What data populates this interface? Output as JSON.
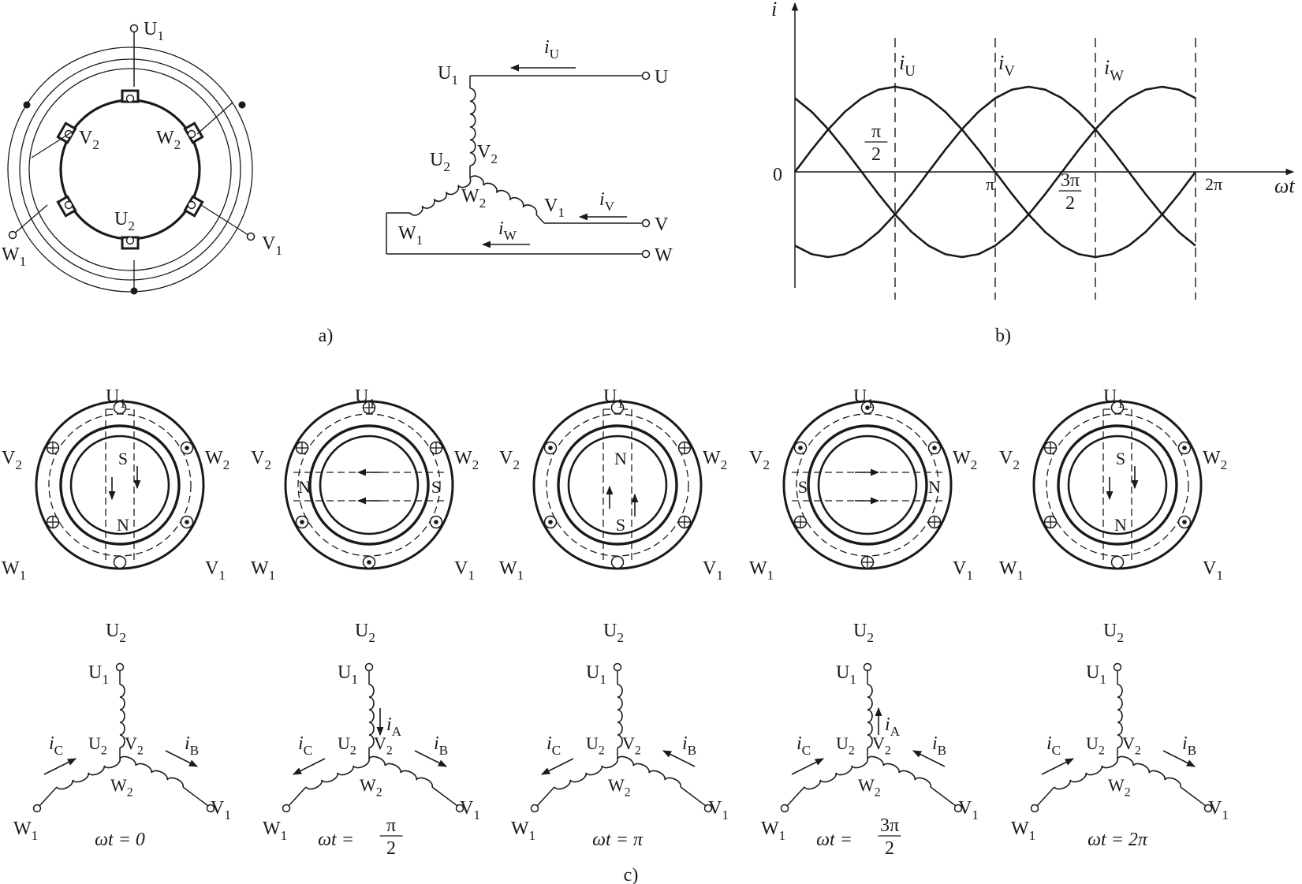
{
  "panels": {
    "a": {
      "caption": "a)"
    },
    "b": {
      "caption": "b)"
    },
    "c": {
      "caption": "c)"
    }
  },
  "panel_a": {
    "stator_terminals": [
      {
        "main": "U",
        "sub": "1"
      },
      {
        "main": "V",
        "sub": "2"
      },
      {
        "main": "W",
        "sub": "2"
      },
      {
        "main": "U",
        "sub": "2"
      },
      {
        "main": "W",
        "sub": "1"
      },
      {
        "main": "V",
        "sub": "1"
      }
    ],
    "star": {
      "terminals": {
        "u": "U",
        "v": "V",
        "w": "W"
      },
      "coil_ends": [
        {
          "main": "U",
          "sub": "1"
        },
        {
          "main": "U",
          "sub": "2"
        },
        {
          "main": "V",
          "sub": "2"
        },
        {
          "main": "W",
          "sub": "2"
        },
        {
          "main": "V",
          "sub": "1"
        },
        {
          "main": "W",
          "sub": "1"
        }
      ],
      "currents": [
        {
          "main": "i",
          "sub": "U"
        },
        {
          "main": "i",
          "sub": "V"
        },
        {
          "main": "i",
          "sub": "W"
        }
      ]
    }
  },
  "chart_data": {
    "type": "line",
    "x_unit": "rad",
    "x": [
      0,
      0.2618,
      0.5236,
      0.7854,
      1.0472,
      1.309,
      1.5708,
      1.8326,
      2.0944,
      2.3562,
      2.618,
      2.8798,
      3.1416,
      3.4034,
      3.6652,
      3.927,
      4.1888,
      4.4506,
      4.7124,
      4.9742,
      5.236,
      5.4978,
      5.7596,
      6.0214,
      6.2832
    ],
    "series": [
      {
        "name": "i_U",
        "label": {
          "main": "i",
          "sub": "U"
        },
        "values": [
          0,
          0.259,
          0.5,
          0.707,
          0.866,
          0.966,
          1,
          0.966,
          0.866,
          0.707,
          0.5,
          0.259,
          0,
          -0.259,
          -0.5,
          -0.707,
          -0.866,
          -0.966,
          -1,
          -0.966,
          -0.866,
          -0.707,
          -0.5,
          -0.259,
          0
        ]
      },
      {
        "name": "i_V",
        "label": {
          "main": "i",
          "sub": "V"
        },
        "values": [
          -0.866,
          -0.966,
          -1,
          -0.966,
          -0.866,
          -0.707,
          -0.5,
          -0.259,
          0,
          0.259,
          0.5,
          0.707,
          0.866,
          0.966,
          1,
          0.966,
          0.866,
          0.707,
          0.5,
          0.259,
          0,
          -0.259,
          -0.5,
          -0.707,
          -0.866
        ]
      },
      {
        "name": "i_W",
        "label": {
          "main": "i",
          "sub": "W"
        },
        "values": [
          0.866,
          0.707,
          0.5,
          0.259,
          0,
          -0.259,
          -0.5,
          -0.707,
          -0.866,
          -0.966,
          -1,
          -0.966,
          -0.866,
          -0.707,
          -0.5,
          -0.259,
          0,
          0.259,
          0.5,
          0.707,
          0.866,
          0.966,
          1,
          0.966,
          0.866
        ]
      }
    ],
    "xlim": [
      0,
      6.2832
    ],
    "ylim": [
      -1.1,
      1.1
    ],
    "ylabel": "i",
    "xlabel": "ωt",
    "origin_label": "0",
    "ticks": [
      {
        "x": 1.5708,
        "num": "π",
        "den": "2"
      },
      {
        "x": 3.1416,
        "text": "π"
      },
      {
        "x": 4.7124,
        "num": "3π",
        "den": "2"
      },
      {
        "x": 6.2832,
        "text": "2π"
      }
    ],
    "grid": false,
    "dashed_markers_at": [
      1.5708,
      3.1416,
      4.7124,
      6.2832
    ]
  },
  "panel_c": {
    "labels": {
      "U1": "U",
      "U2": "U",
      "V1": "V",
      "V2": "V",
      "W1": "W",
      "W2": "W",
      "s1": "1",
      "s2": "2"
    },
    "currents": {
      "iA": "i",
      "iB": "i",
      "iC": "i",
      "sA": "A",
      "sB": "B",
      "sC": "C"
    },
    "states": [
      {
        "time": {
          "main": "ωt = 0"
        },
        "field": "vertical",
        "poles": [
          "S",
          "N"
        ],
        "arrow_dir": "down",
        "conductors": {
          "U1": "o",
          "V2": "x",
          "W2": "dot",
          "U2": "o",
          "W1": "x",
          "V1": "dot"
        },
        "coil_arrows": {
          "A": "none",
          "B": "out",
          "C": "in"
        }
      },
      {
        "time": {
          "main": "ωt =",
          "num": "π",
          "den": "2"
        },
        "field": "horizontal",
        "poles": [
          "N",
          "S"
        ],
        "arrow_dir": "left",
        "conductors": {
          "U1": "x",
          "V2": "x",
          "W2": "x",
          "U2": "dot",
          "W1": "dot",
          "V1": "dot"
        },
        "coil_arrows": {
          "A": "down",
          "B": "out",
          "C": "out"
        }
      },
      {
        "time": {
          "main": "ωt = π"
        },
        "field": "vertical",
        "poles": [
          "N",
          "S"
        ],
        "arrow_dir": "up",
        "conductors": {
          "U1": "o",
          "V2": "dot",
          "W2": "x",
          "U2": "o",
          "W1": "dot",
          "V1": "x"
        },
        "coil_arrows": {
          "A": "none",
          "B": "in",
          "C": "out"
        }
      },
      {
        "time": {
          "main": "ωt =",
          "num": "3π",
          "den": "2"
        },
        "field": "horizontal",
        "poles": [
          "S",
          "N"
        ],
        "arrow_dir": "right",
        "conductors": {
          "U1": "dot",
          "V2": "dot",
          "W2": "dot",
          "U2": "x",
          "W1": "x",
          "V1": "x"
        },
        "coil_arrows": {
          "A": "up",
          "B": "in",
          "C": "in"
        }
      },
      {
        "time": {
          "main": "ωt = 2π"
        },
        "field": "vertical",
        "poles": [
          "S",
          "N"
        ],
        "arrow_dir": "down",
        "conductors": {
          "U1": "o",
          "V2": "x",
          "W2": "dot",
          "U2": "o",
          "W1": "x",
          "V1": "dot"
        },
        "coil_arrows": {
          "A": "none",
          "B": "out",
          "C": "in"
        }
      }
    ]
  }
}
